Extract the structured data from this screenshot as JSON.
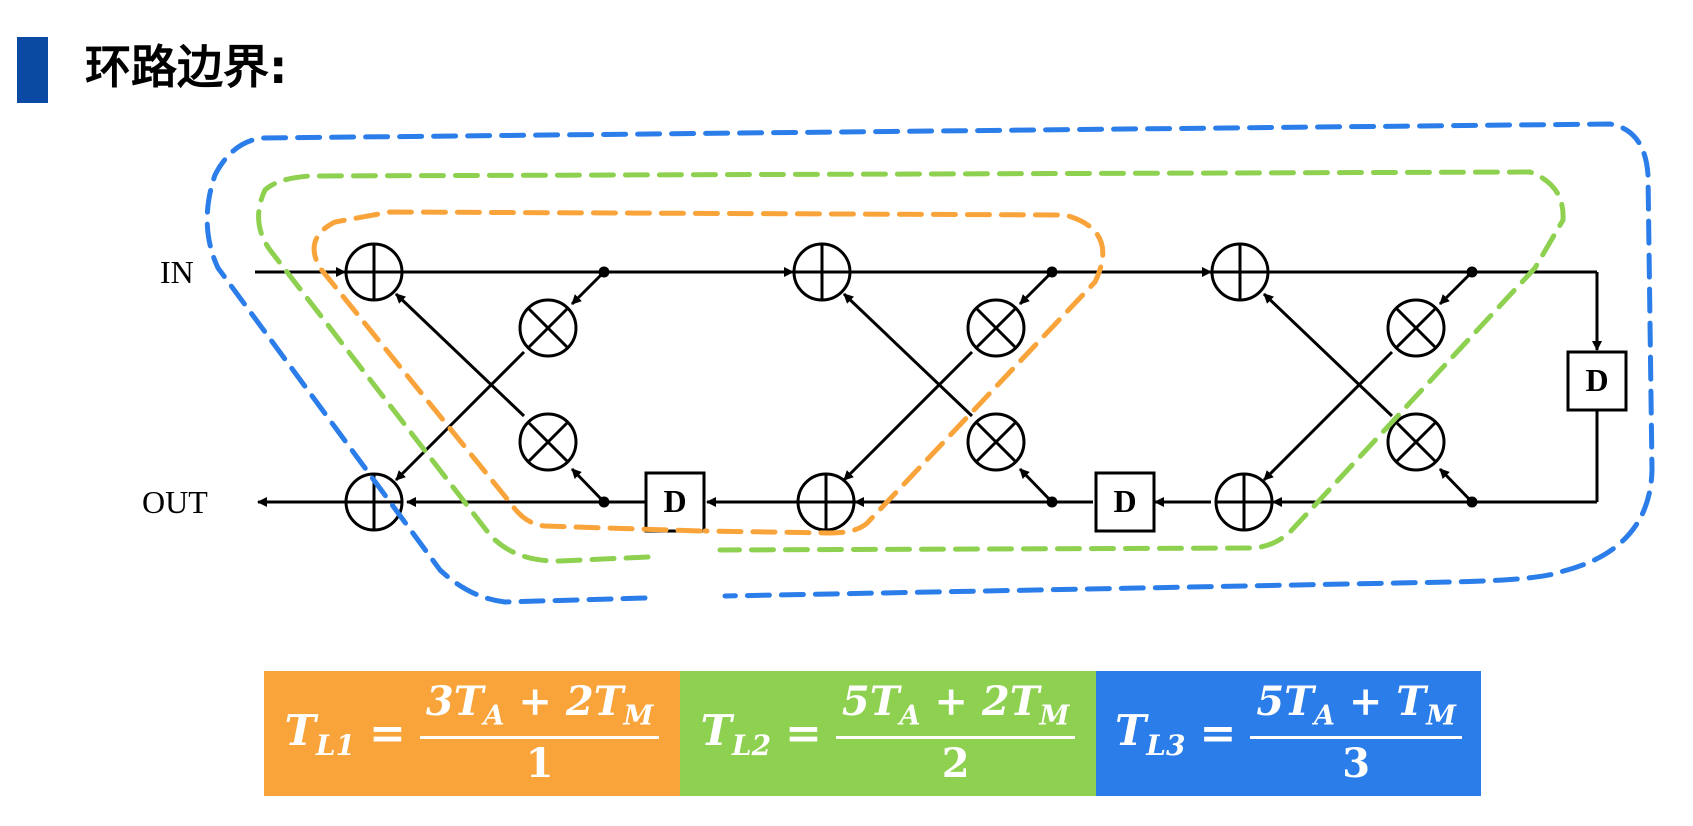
{
  "title": "环路边界:",
  "labels": {
    "in": "IN",
    "out": "OUT",
    "delay": "D"
  },
  "colors": {
    "title_bar": "#0b4aa2",
    "loop1": "#f9a43b",
    "loop2": "#8ed04f",
    "loop3": "#2b7de9",
    "circuit": "#000000"
  },
  "formulas": [
    {
      "lhs": "T",
      "lhs_sub": "L1",
      "eq": "=",
      "num_a": "3T",
      "num_a_sub": "A",
      "plus": "+",
      "num_b": "2T",
      "num_b_sub": "M",
      "den": "1",
      "color": "#f9a43b"
    },
    {
      "lhs": "T",
      "lhs_sub": "L2",
      "eq": "=",
      "num_a": "5T",
      "num_a_sub": "A",
      "plus": "+",
      "num_b": "2T",
      "num_b_sub": "M",
      "den": "2",
      "color": "#8ed04f"
    },
    {
      "lhs": "T",
      "lhs_sub": "L3",
      "eq": "=",
      "num_a": "5T",
      "num_a_sub": "A",
      "plus": "+",
      "num_b": "T",
      "num_b_sub": "M",
      "den": "3",
      "color": "#2b7de9"
    }
  ]
}
